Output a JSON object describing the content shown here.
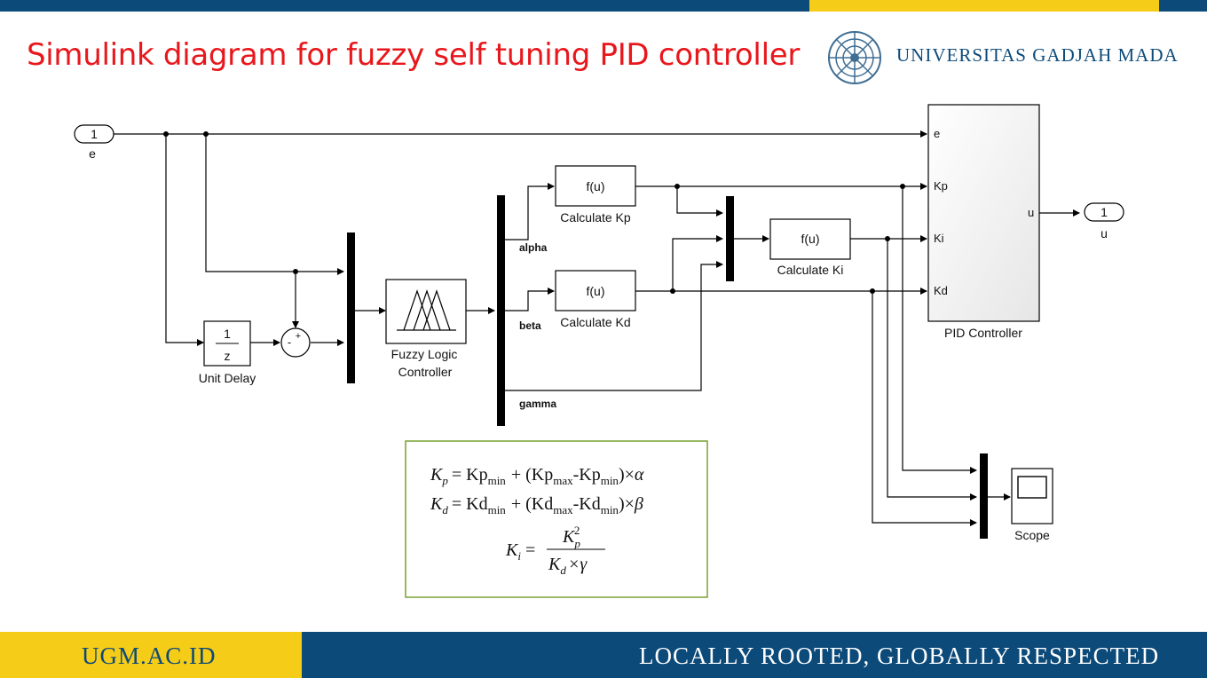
{
  "header": {
    "title": "Simulink diagram for fuzzy self tuning PID controller",
    "university": "UNIVERSITAS GADJAH MADA",
    "colors": {
      "blue": "#0c4a79",
      "yellow": "#f5cc17",
      "title_red": "#e8171c"
    }
  },
  "diagram": {
    "inport_number": "1",
    "inport_label": "e",
    "outport_number": "1",
    "outport_label": "u",
    "unit_delay": {
      "numerator": "1",
      "denominator": "z",
      "label": "Unit Delay"
    },
    "sum_signs": {
      "top": "-",
      "right": "+"
    },
    "flc": {
      "label_line1": "Fuzzy Logic",
      "label_line2": "Controller"
    },
    "demux_labels": [
      "alpha",
      "beta",
      "gamma"
    ],
    "fcn_kp": {
      "expr": "f(u)",
      "label": "Calculate Kp"
    },
    "fcn_kd": {
      "expr": "f(u)",
      "label": "Calculate Kd"
    },
    "fcn_ki": {
      "expr": "f(u)",
      "label": "Calculate Ki"
    },
    "pid": {
      "label": "PID Controller",
      "inputs": [
        "e",
        "Kp",
        "Ki",
        "Kd"
      ],
      "output": "u"
    },
    "scope": {
      "label": "Scope"
    }
  },
  "equations": {
    "kp": {
      "lhs": "K",
      "lhs_sub": "p",
      "a": "Kp",
      "a_sub": "min",
      "b": "(Kp",
      "b_sub": "max",
      "c": "-Kp",
      "c_sub": "min",
      "d": ")×",
      "greek": "α"
    },
    "kd": {
      "lhs": "K",
      "lhs_sub": "d",
      "a": "Kd",
      "a_sub": "min",
      "b": "(Kd",
      "b_sub": "max",
      "c": "-Kd",
      "c_sub": "min",
      "d": ")×",
      "greek": "β"
    },
    "ki": {
      "lhs": "K",
      "lhs_sub": "i",
      "num": "K",
      "num_sub": "p",
      "num_sup": "2",
      "den": "K",
      "den_sub": "d",
      "den_rest": "×γ"
    }
  },
  "footer": {
    "left": "UGM.AC.ID",
    "right": "LOCALLY ROOTED, GLOBALLY RESPECTED"
  }
}
